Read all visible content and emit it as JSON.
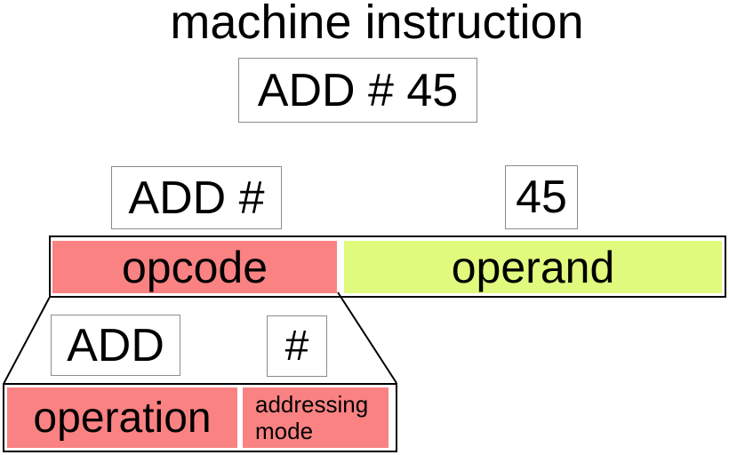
{
  "title": "machine instruction",
  "instruction_box": {
    "text": "ADD # 45"
  },
  "format_row": {
    "opcode_value": "ADD #",
    "operand_value": "45",
    "opcode_label": "opcode",
    "operand_label": "operand"
  },
  "breakdown_row": {
    "operation_value": "ADD",
    "addressing_value": "#",
    "operation_label": "operation",
    "addressing_label": "addressing mode"
  },
  "colors": {
    "opcode_field": "#FA8282",
    "operand_field": "#DFFA7D",
    "outline": "#000000",
    "label_box_border": "#8c8c8c"
  }
}
